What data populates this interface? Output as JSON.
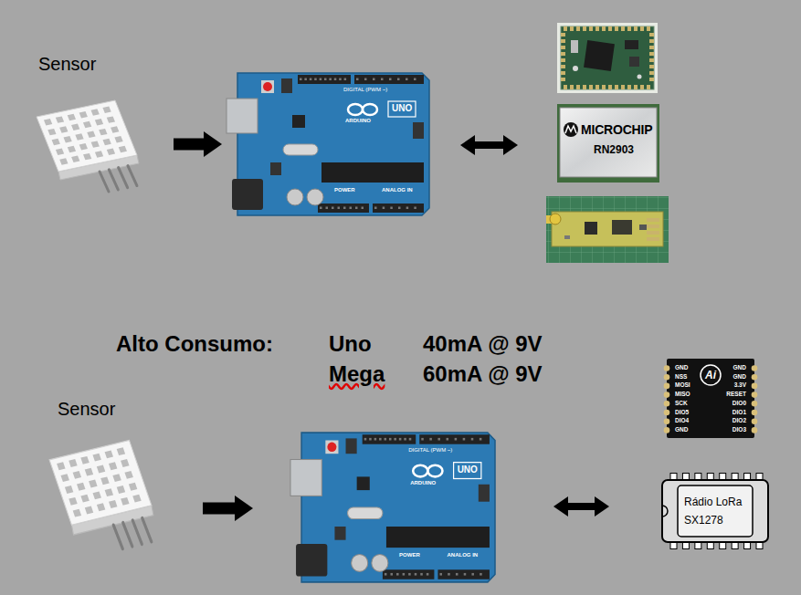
{
  "diagram": {
    "nodes": [
      {
        "text": [
          "Sensor"
        ]
      },
      {
        "text": [
          "DIGITAL (PWM ~)",
          "ARDUINO",
          "UNO",
          "POWER",
          "ANALOG IN"
        ]
      },
      {
        "text": [
          "MICROCHIP",
          "RN2903"
        ]
      },
      {
        "text": [
          "Sensor"
        ]
      },
      {
        "text": [
          "DIGITAL (PWM ~)",
          "ARDUINO",
          "UNO",
          "POWER",
          "ANALOG IN"
        ]
      },
      {
        "text": [
          "Ai",
          "GND",
          "NSS",
          "MOSI",
          "MISO",
          "SCK",
          "DIO5",
          "DIO4",
          "GND",
          "GND",
          "GND",
          "3.3V",
          "RESET",
          "DIO0",
          "DIO1",
          "DIO2",
          "DIO3"
        ]
      },
      {
        "text": [
          "Rádio LoRa SX1278"
        ]
      }
    ],
    "edges": [
      {
        "from": 0,
        "to": 1,
        "arrow": "to"
      },
      {
        "from": 1,
        "to": 2,
        "arrow": "both"
      },
      {
        "from": 3,
        "to": 4,
        "arrow": "to"
      },
      {
        "from": 4,
        "to": 6,
        "arrow": "both"
      }
    ],
    "labels": [
      "Alto Consumo:",
      "Uno",
      "40mA @ 9V",
      "Mega",
      "60mA @ 9V"
    ]
  }
}
